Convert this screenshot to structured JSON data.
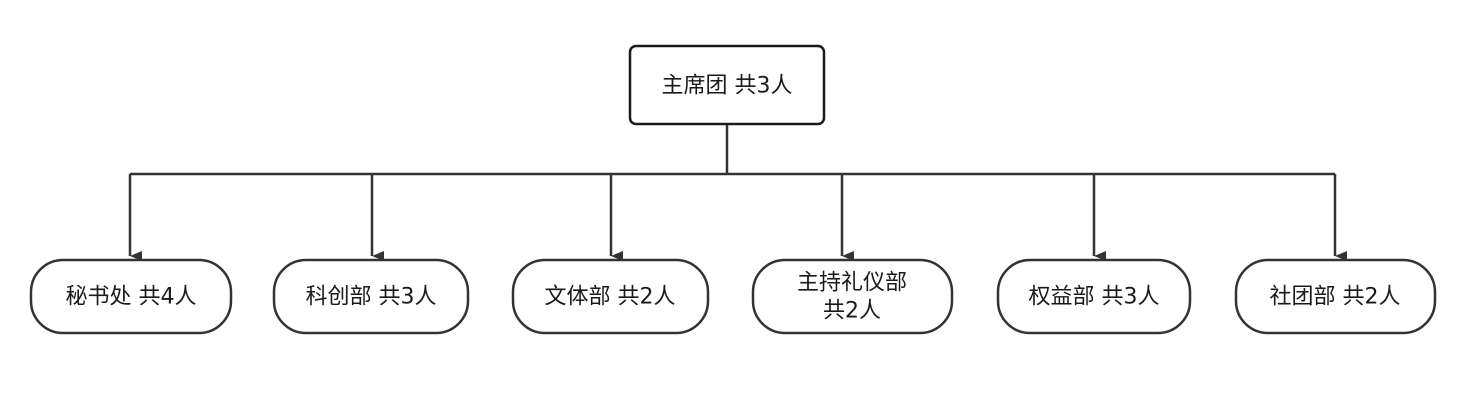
{
  "root": {
    "label": "主席团 共3人"
  },
  "children": [
    {
      "lines": [
        "秘书处 共4人"
      ]
    },
    {
      "lines": [
        "科创部 共3人"
      ]
    },
    {
      "lines": [
        "文体部 共2人"
      ]
    },
    {
      "lines": [
        "主持礼仪部",
        "共2人"
      ]
    },
    {
      "lines": [
        "权益部 共3人"
      ]
    },
    {
      "lines": [
        "社团部 共2人"
      ]
    }
  ],
  "colors": {
    "stroke": "#333333",
    "fill": "#ffffff",
    "text": "#1a1a1a"
  }
}
